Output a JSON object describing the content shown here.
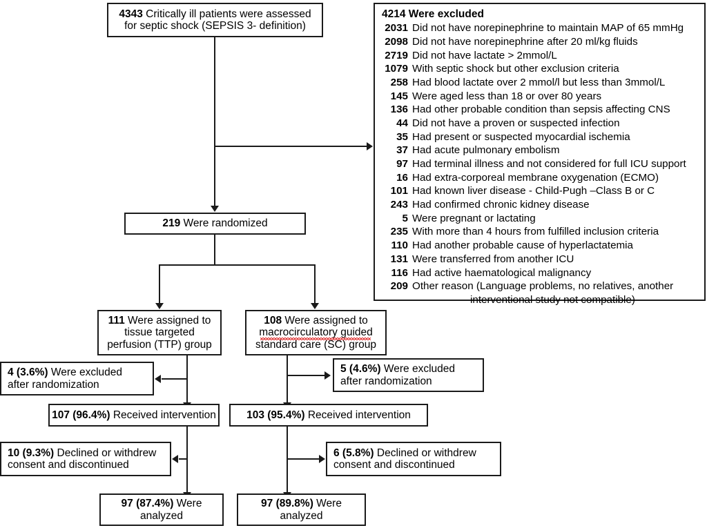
{
  "diagram": {
    "type": "consort-flow-diagram",
    "title": "CONSORT participant flow"
  },
  "assessed": {
    "count": "4343",
    "line1_rest": " Critically ill patients were assessed",
    "line2": "for septic shock (SEPSIS 3- definition)"
  },
  "excluded": {
    "title": "4214 Were excluded",
    "title_count": "4214",
    "title_text": "Were excluded",
    "reasons": [
      {
        "n": "2031",
        "text": "Did not have norepinephrine to maintain MAP of 65 mmHg"
      },
      {
        "n": "2098",
        "text": "Did not have norepinephrine after 20 ml/kg fluids"
      },
      {
        "n": "2719",
        "text": "Did not have lactate > 2mmol/L"
      },
      {
        "n": "1079",
        "text": "With septic shock but other exclusion criteria"
      },
      {
        "n": "258",
        "text": "Had blood lactate over 2 mmol/l but less than 3mmol/L"
      },
      {
        "n": "145",
        "text": "Were aged less than 18 or over 80 years"
      },
      {
        "n": "136",
        "text": "Had other probable condition than sepsis affecting  CNS"
      },
      {
        "n": "44",
        "text": "Did not have a proven or suspected infection"
      },
      {
        "n": "35",
        "text": "Had present or suspected myocardial ischemia"
      },
      {
        "n": "37",
        "text": "Had acute pulmonary embolism"
      },
      {
        "n": "97",
        "text": "Had terminal illness and not considered for full ICU support"
      },
      {
        "n": "16",
        "text": "Had extra-corporeal membrane oxygenation (ECMO)"
      },
      {
        "n": "101",
        "text": "Had known liver disease - Child-Pugh –Class  B or C"
      },
      {
        "n": "243",
        "text": "Had confirmed chronic kidney disease"
      },
      {
        "n": "5",
        "text": "Were pregnant or lactating"
      },
      {
        "n": "235",
        "text": "With more than 4 hours from fulfilled inclusion criteria"
      },
      {
        "n": "110",
        "text": "Had another probable cause of hyperlactatemia"
      },
      {
        "n": "131",
        "text": "Were transferred from another ICU"
      },
      {
        "n": "116",
        "text": "Had active haematological malignancy"
      },
      {
        "n": "209",
        "text": "Other reason (Language problems, no relatives, another"
      }
    ],
    "continuation": "interventional study not compatible)"
  },
  "randomized": {
    "count": "219",
    "text": " Were randomized"
  },
  "arms": {
    "ttp": {
      "assigned": {
        "count": "111",
        "line1_rest": " Were assigned to",
        "line2": "tissue targeted",
        "line3": "perfusion (TTP) group"
      },
      "excluded_after_randomization": {
        "label": "4 (3.6%)",
        "line1_rest": " Were excluded",
        "line2": "after randomization"
      },
      "received": {
        "label": "107 (96.4%)",
        "text": " Received intervention"
      },
      "declined": {
        "label": "10 (9.3%)",
        "line1_rest": " Declined or withdrew",
        "line2": "consent and discontinued"
      },
      "analyzed": {
        "label": "97 (87.4%)",
        "line1_rest": " Were",
        "line2": "analyzed"
      }
    },
    "sc": {
      "assigned": {
        "count": "108",
        "line1_rest": " Were assigned to",
        "line2": "macrocirculatory guided",
        "line3": "standard care (SC) group"
      },
      "excluded_after_randomization": {
        "label": "5 (4.6%)",
        "line1_rest": " Were excluded",
        "line2": "after randomization"
      },
      "received": {
        "label": "103 (95.4%)",
        "text": " Received intervention"
      },
      "declined": {
        "label": "6 (5.8%)",
        "line1_rest": " Declined or withdrew",
        "line2": "consent and discontinued"
      },
      "analyzed": {
        "label": "97  (89.8%)",
        "line1_rest": " Were",
        "line2": "analyzed"
      }
    }
  },
  "colors": {
    "stroke": "#1a1a1a",
    "background": "#ffffff",
    "text": "#000000",
    "spellcheck_underline": "#e03030"
  }
}
